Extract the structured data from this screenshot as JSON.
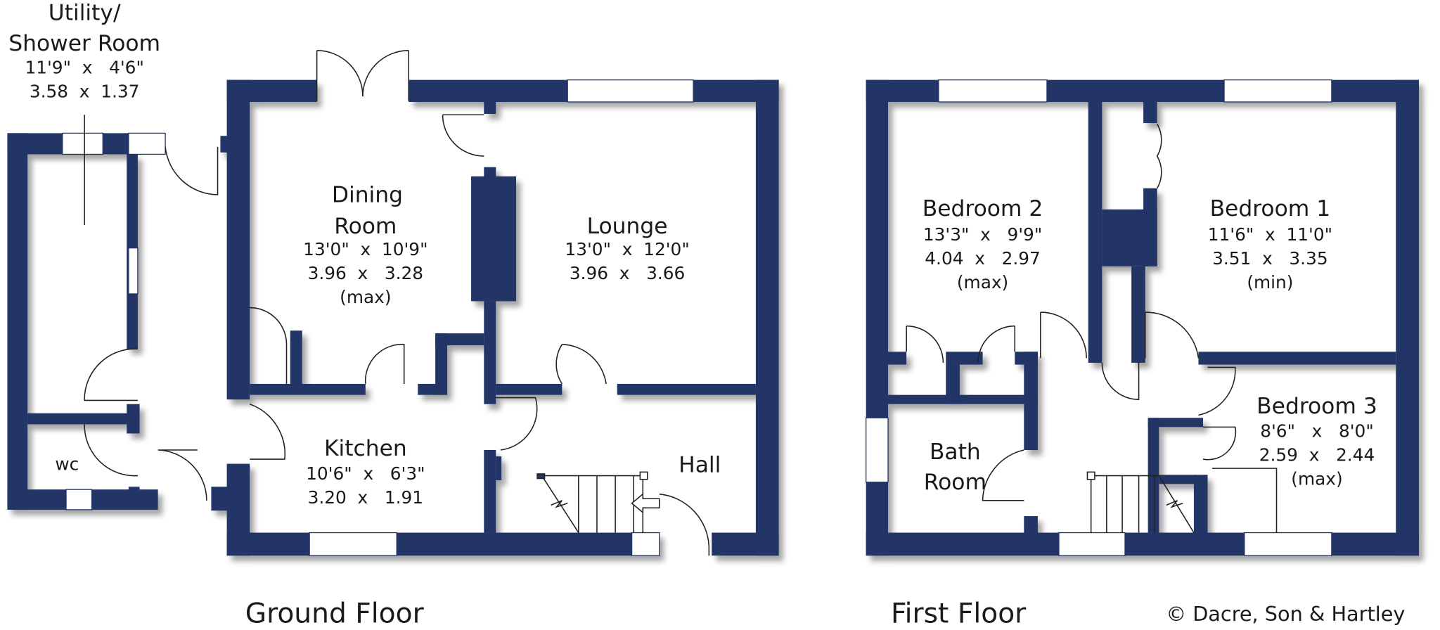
{
  "colors": {
    "wall": "#233466",
    "background": "#ffffff"
  },
  "ground_floor": {
    "caption": "Ground Floor",
    "rooms": [
      {
        "name_lines": [
          "Utility/",
          "Shower Room"
        ],
        "imperial": "11'9\"  x   4'6\"",
        "metric": "3.58  x  1.37"
      },
      {
        "name_lines": [
          "WC"
        ]
      },
      {
        "name_lines": [
          "Dining",
          "Room"
        ],
        "imperial": "13'0\"  x  10'9\"",
        "metric": "3.96  x   3.28",
        "note": "(max)"
      },
      {
        "name_lines": [
          "Lounge"
        ],
        "imperial": "13'0\"  x  12'0\"",
        "metric": "3.96  x   3.66"
      },
      {
        "name_lines": [
          "Kitchen"
        ],
        "imperial": "10'6\"  x   6'3\"",
        "metric": "3.20  x   1.91"
      },
      {
        "name_lines": [
          "Hall"
        ]
      }
    ]
  },
  "first_floor": {
    "caption": "First Floor",
    "rooms": [
      {
        "name_lines": [
          "Bedroom 2"
        ],
        "imperial": "13'3\"  x   9'9\"",
        "metric": "4.04  x   2.97",
        "note": "(max)"
      },
      {
        "name_lines": [
          "Bedroom 1"
        ],
        "imperial": "11'6\"  x  11'0\"",
        "metric": "3.51  x   3.35",
        "note": "(min)"
      },
      {
        "name_lines": [
          "Bedroom 3"
        ],
        "imperial": "8'6\"   x   8'0\"",
        "metric": "2.59  x   2.44",
        "note": "(max)"
      },
      {
        "name_lines": [
          "Bath",
          "Room"
        ]
      }
    ]
  },
  "copyright": "© Dacre, Son & Hartley"
}
